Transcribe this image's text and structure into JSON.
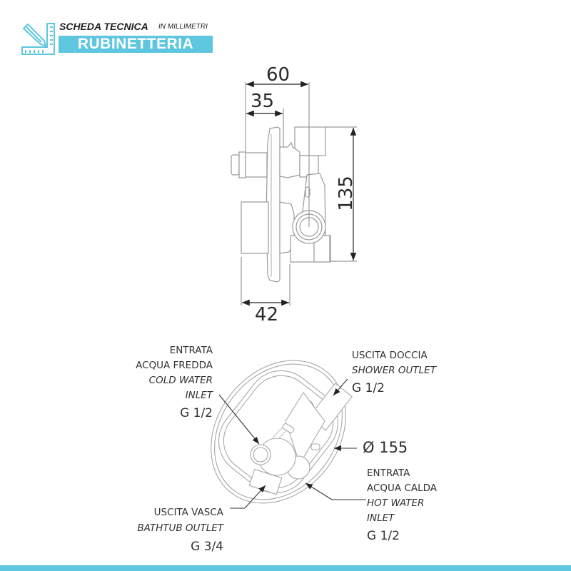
{
  "header": {
    "title": "SCHEDA TECNICA",
    "unit_note": "IN MILLIMETRI",
    "category": "RUBINETTERIA",
    "accent_color": "#5ec6df",
    "icon": "ruler-pencil-icon"
  },
  "side_view": {
    "dimensions": {
      "depth_total": "60",
      "depth_front": "35",
      "height": "135",
      "width_back": "42"
    }
  },
  "front_view": {
    "cold_inlet": {
      "line1": "ENTRATA",
      "line2": "ACQUA FREDDA",
      "line3": "COLD WATER",
      "line4": "INLET",
      "size": "G 1/2"
    },
    "shower_outlet": {
      "line1": "USCITA DOCCIA",
      "line2": "SHOWER OUTLET",
      "size": "G 1/2"
    },
    "diameter": "Ø 155",
    "hot_inlet": {
      "line1": "ENTRATA",
      "line2": "ACQUA CALDA",
      "line3": "HOT WATER",
      "line4": "INLET",
      "size": "G 1/2"
    },
    "bath_outlet": {
      "line1": "USCITA VASCA",
      "line2": "BATHTUB OUTLET",
      "size": "G 3/4"
    }
  }
}
